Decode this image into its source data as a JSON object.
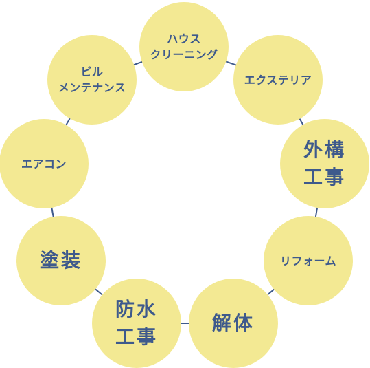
{
  "diagram": {
    "line_color": "#3e5a8c",
    "circle_color": "#f3e993",
    "text_color": "#3e5a8c",
    "services": [
      {
        "id": "house-cleaning",
        "label": "ハウス\nクリーニング",
        "size": "small"
      },
      {
        "id": "exterior",
        "label": "エクステリア",
        "size": "small"
      },
      {
        "id": "exterior-works",
        "label": "外構\n工事",
        "size": "large"
      },
      {
        "id": "reform",
        "label": "リフォーム",
        "size": "small"
      },
      {
        "id": "demolition",
        "label": "解体",
        "size": "large"
      },
      {
        "id": "waterproofing",
        "label": "防水\n工事",
        "size": "large"
      },
      {
        "id": "painting",
        "label": "塗装",
        "size": "large"
      },
      {
        "id": "aircon",
        "label": "エアコン",
        "size": "small"
      },
      {
        "id": "building-maintenance",
        "label": "ビル\nメンテナンス",
        "size": "small"
      }
    ]
  }
}
